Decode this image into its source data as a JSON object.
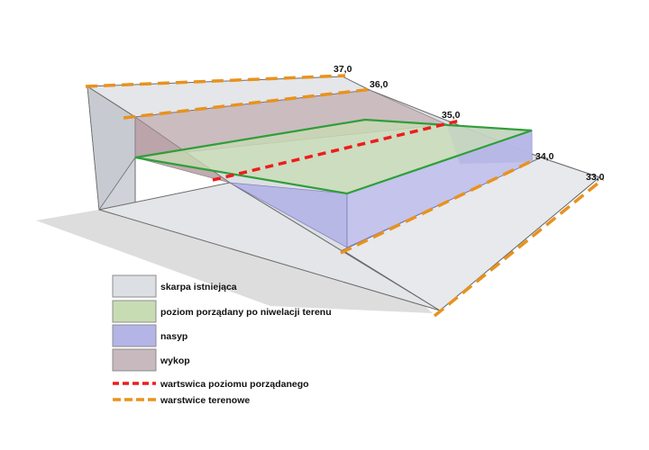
{
  "contour_labels": {
    "c37": "37,0",
    "c36": "36,0",
    "c35": "35,0",
    "c34": "34,0",
    "c33": "33,0"
  },
  "legend": {
    "items": [
      {
        "label": "skarpa istniejąca",
        "color": "#dcdfe3"
      },
      {
        "label": "poziom porządany po niwelacji terenu",
        "color": "#c8dcb4"
      },
      {
        "label": "nasyp",
        "color": "#b4b4e6"
      },
      {
        "label": "wykop",
        "color": "#c8b9be"
      }
    ],
    "lines": [
      {
        "label": "wartswica poziomu porządanego",
        "color": "#ee1c1c"
      },
      {
        "label": "warstwice terenowe",
        "color": "#e8921e"
      }
    ]
  }
}
